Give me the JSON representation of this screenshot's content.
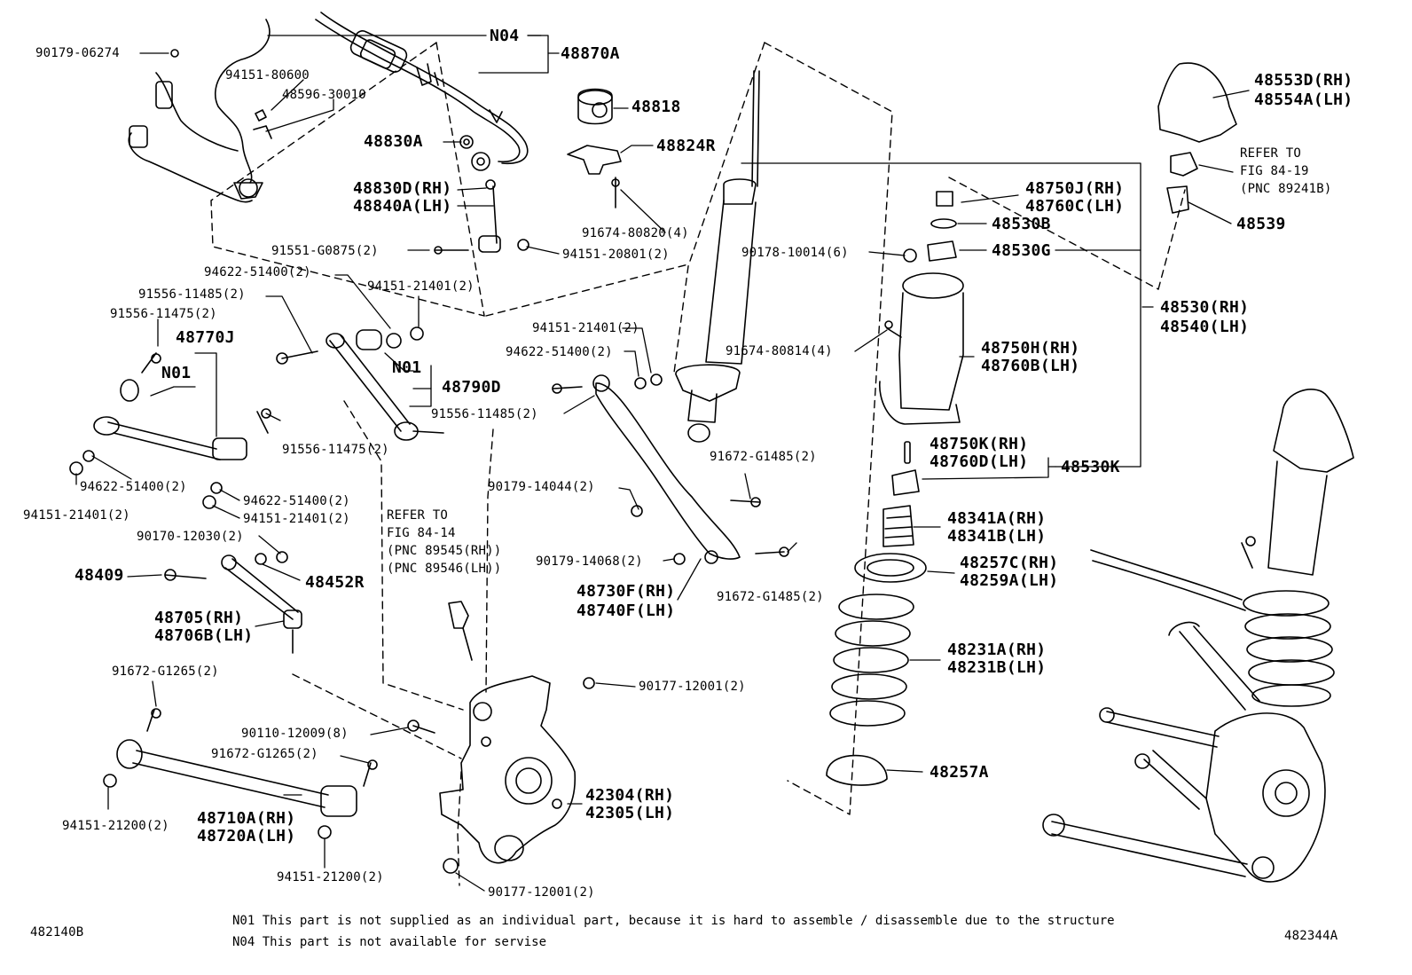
{
  "diagram": {
    "labels": {
      "l001": "90179-06274",
      "l002": "N04",
      "l003": "48870A",
      "l004": "94151-80600",
      "l005": "48596-30010",
      "l006": "48818",
      "l007": "48830A",
      "l008": "48824R",
      "l009": "48830D(RH)",
      "l010": "48840A(LH)",
      "l011": "91674-80820(4)",
      "l012": "91551-G0875(2)",
      "l013": "94151-20801(2)",
      "l014": "94622-51400(2)",
      "l015": "94151-21401(2)",
      "l016": "91556-11485(2)",
      "l017": "91556-11475(2)",
      "l018": "48770J",
      "l019": "N01",
      "l020": "N01",
      "l021": "48790D",
      "l022": "94151-21401(2)",
      "l023": "94622-51400(2)",
      "l024": "91556-11485(2)",
      "l025": "91556-11475(2)",
      "l026": "91672-G1485(2)",
      "l027": "94622-51400(2)",
      "l028": "94622-51400(2)",
      "l029": "94151-21401(2)",
      "l030": "94151-21401(2)",
      "l031": "90170-12030(2)",
      "l032": "48409",
      "l033": "48452R",
      "l034": "REFER TO",
      "l035": "FIG 84-14",
      "l036": "(PNC 89545(RH))",
      "l037": "(PNC 89546(LH))",
      "l038": "90179-14044(2)",
      "l039": "90179-14068(2)",
      "l040": "48730F(RH)",
      "l041": "48740F(LH)",
      "l042": "91672-G1485(2)",
      "l043": "48705(RH)",
      "l044": "48706B(LH)",
      "l045": "91672-G1265(2)",
      "l046": "90177-12001(2)",
      "l047": "90110-12009(8)",
      "l048": "91672-G1265(2)",
      "l049": "42304(RH)",
      "l050": "42305(LH)",
      "l051": "94151-21200(2)",
      "l052": "48710A(RH)",
      "l053": "48720A(LH)",
      "l054": "94151-21200(2)",
      "l055": "90177-12001(2)",
      "l056": "90178-10014(6)",
      "l057": "48750J(RH)",
      "l058": "48760C(LH)",
      "l059": "48530B",
      "l060": "48530G",
      "l061": "91674-80814(4)",
      "l062": "48750H(RH)",
      "l063": "48760B(LH)",
      "l064": "48530(RH)",
      "l065": "48540(LH)",
      "l066": "48750K(RH)",
      "l067": "48760D(LH)",
      "l068": "48530K",
      "l069": "48341A(RH)",
      "l070": "48341B(LH)",
      "l071": "48257C(RH)",
      "l072": "48259A(LH)",
      "l073": "48231A(RH)",
      "l074": "48231B(LH)",
      "l075": "48257A",
      "l076": "48553D(RH)",
      "l077": "48554A(LH)",
      "l078": "REFER TO",
      "l079": "FIG 84-19",
      "l080": "(PNC 89241B)",
      "l081": "48539"
    },
    "notes": {
      "n01": "N01 This part is not supplied as an individual part, because it is hard to assemble / disassemble due to the structure",
      "n04": "N04 This part is not available for servise"
    },
    "footer": {
      "left_code": "482140B",
      "right_code": "482344A"
    }
  }
}
